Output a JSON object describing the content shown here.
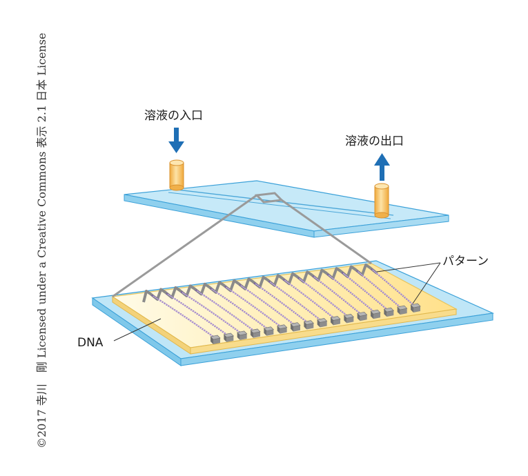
{
  "labels": {
    "inlet": "溶液の入口",
    "outlet": "溶液の出口",
    "pattern": "パターン",
    "dna": "DNA"
  },
  "credit": "©2017 寺川　剛 Licensed under a Creative Commons 表示 2.1 日本 License",
  "colors": {
    "glass_top": "#bfe6f7",
    "glass_side": "#7fc8ea",
    "glass_edge": "#3aa0d8",
    "gold": "#ffe9a3",
    "gold_edge": "#e8c45c",
    "tube": "#f7c46a",
    "arrow": "#1f6fb5",
    "zoom_line": "#9a9a9a",
    "pad": "#8a8a8a",
    "dna_strand": "#7a5aa8"
  },
  "diagram": {
    "strand_count": 16
  }
}
